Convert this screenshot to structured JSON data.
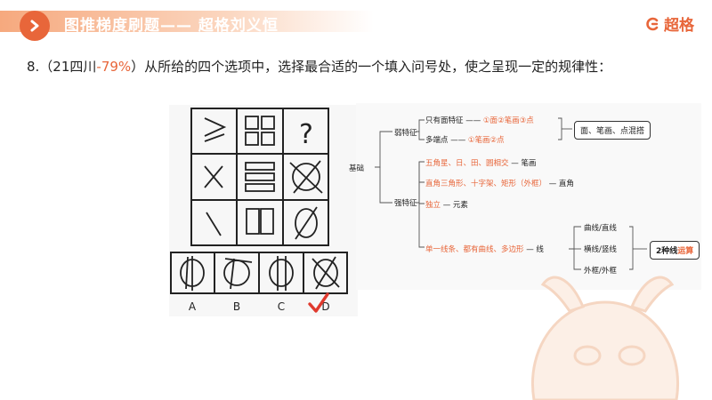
{
  "header": {
    "title": "图推梯度刷题—— 超格刘义恒",
    "logo_text": "超格",
    "colors": {
      "accent": "#e8663a"
    }
  },
  "question": {
    "prefix": "8.（21四川",
    "rate": "-79%",
    "suffix": "）从所给的四个选项中，选择最合适的一个填入问号处，使之呈现一定的规律性："
  },
  "puzzle": {
    "question_mark": "?",
    "option_labels": [
      "A",
      "B",
      "C",
      "D"
    ],
    "selected_answer": "D",
    "icons": [
      "check-icon"
    ]
  },
  "mindmap": {
    "root": "基础",
    "weak": {
      "label": "弱特征",
      "face_label": "只有面特征",
      "face_dash": "——",
      "face_value": "①面②笔画③点",
      "multi_label": "多端点",
      "multi_dash": "——",
      "multi_value": "①笔画②点",
      "result": "面、笔画、点混搭"
    },
    "strong": {
      "label": "强特征",
      "item1": "五角星、日、田、圆相交",
      "item1_tail": "— 笔画",
      "item2": "直角三角形、十字架、矩形（外框）",
      "item2_tail": "— 直角",
      "item3": "独立",
      "item3_tail": "— 元素",
      "item4": "单一线条、都有曲线、多边形",
      "item4_tail": "— 线",
      "sub1": "曲线/直线",
      "sub2": "横线/竖线",
      "sub3": "外框/外框",
      "result_black": "2种线",
      "result_red": "运算"
    }
  }
}
